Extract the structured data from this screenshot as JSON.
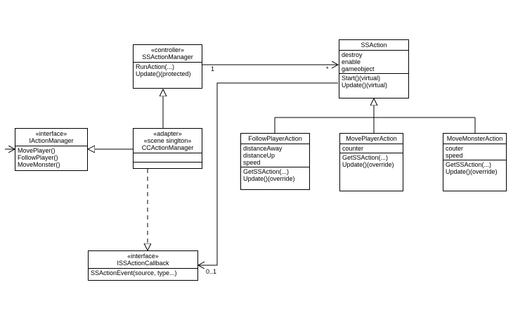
{
  "classes": {
    "ssactionmanager": {
      "stereotype": "«controller»",
      "name": "SSActionManager",
      "attributes": [],
      "methods": [
        "RunAction(...)",
        "Update()(protected)"
      ]
    },
    "ssaction": {
      "name": "SSAction",
      "attributes": [
        "destroy",
        "enable",
        "gameobject"
      ],
      "methods": [
        "Start()(virtual)",
        "Update()(virtual)"
      ]
    },
    "iactionmanager": {
      "stereotype": "«interface»",
      "name": "IActionManager",
      "methods": [
        "MovePlayer()",
        "FollowPlayer()",
        "MoveMonster()"
      ]
    },
    "ccactionmanager": {
      "stereotype": "«adapter»",
      "stereotype2": "«scene singlton»",
      "name": "CCActionManager"
    },
    "followplayeraction": {
      "name": "FollowPlayerAction",
      "attributes": [
        "distanceAway",
        "distanceUp",
        "speed"
      ],
      "methods": [
        "GetSSAction(...)",
        "Update()(override)"
      ]
    },
    "moveplayeraction": {
      "name": "MovePlayerAction",
      "attributes": [
        "counter"
      ],
      "methods": [
        "GetSSAction(...)",
        "Update()(override)"
      ]
    },
    "movemonsteraction": {
      "name": "MoveMonsterAction",
      "attributes": [
        "couter",
        "speed"
      ],
      "methods": [
        "GetSSAction(...)",
        "Update()(override)"
      ]
    },
    "issactioncallback": {
      "stereotype": "«interface»",
      "name": "ISSActionCallback",
      "methods": [
        "SSActionEvent(source, type...)"
      ]
    }
  },
  "multiplicities": {
    "manager_end": "1",
    "action_end": "*",
    "callback_end": "0..1"
  }
}
